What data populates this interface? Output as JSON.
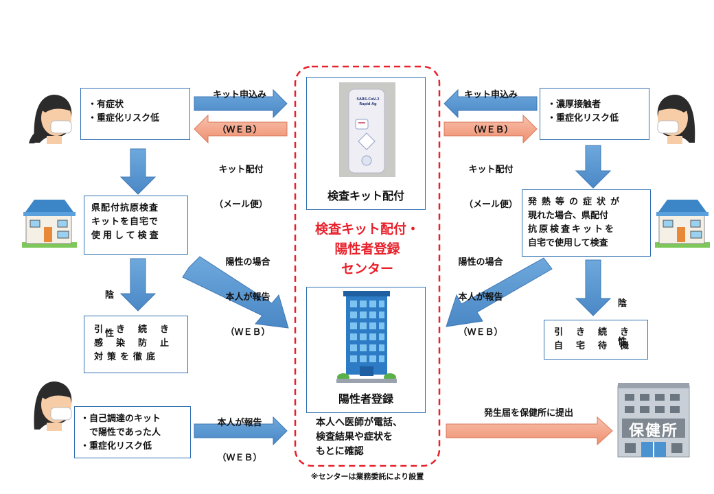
{
  "center": {
    "title_lines": [
      "検査キット配付・",
      "陽性者登録",
      "センター"
    ],
    "kit_box_label": "検査キット配付",
    "kit_image_text": [
      "SARS-CoV-2",
      "Rapid Ag"
    ],
    "reg_box_label": "陽性者登録",
    "confirm_lines": [
      "本人へ医師が電話、",
      "検査結果や症状を",
      "もとに確認"
    ],
    "footnote": "※センターは業務委託により設置"
  },
  "left": {
    "box1_lines": [
      "・有症状",
      "・重症化リスク低"
    ],
    "apply_lines": [
      "キット申込み",
      "（ＷＥＢ）"
    ],
    "deliver_lines": [
      "キット配付",
      "（メール便）"
    ],
    "box2_lines": [
      "県配付抗原検査",
      "キットを自宅で",
      "使用して検査"
    ],
    "negative": [
      "陰",
      "性"
    ],
    "box3_lines": [
      "引き続き",
      "感染防止",
      "対策を徹底"
    ],
    "positive_report": [
      "陽性の場合",
      "本人が報告",
      "（ＷＥＢ）"
    ]
  },
  "right": {
    "box1_lines": [
      "・濃厚接触者",
      "・重症化リスク低"
    ],
    "apply_lines": [
      "キット申込み",
      "（ＷＥＢ）"
    ],
    "deliver_lines": [
      "キット配付",
      "（メール便）"
    ],
    "box2_lines": [
      "発熱等の症状が",
      "現れた場合、県配付",
      "抗原検査キットを",
      "自宅で使用して検査"
    ],
    "negative": [
      "陰",
      "性"
    ],
    "box3_lines": [
      "引き続き",
      "自宅待機"
    ],
    "positive_report": [
      "陽性の場合",
      "本人が報告",
      "（ＷＥＢ）"
    ]
  },
  "bottom": {
    "box_lines": [
      "・自己調達のキット",
      "　で陽性であった人",
      "・重症化リスク低"
    ],
    "report_lines": [
      "本人が報告",
      "（ＷＥＢ）"
    ],
    "notify_label": "発生届を保健所に提出",
    "health_center_sign": "保健所"
  },
  "colors": {
    "blue_arrow": "#5b9bd5",
    "orange_arrow": "#f4a88e",
    "red": "#e8202a",
    "box_border": "#2f6fb0"
  },
  "icons": [
    "person-mask-icon",
    "house-icon",
    "office-building-icon",
    "health-center-icon",
    "test-kit-icon"
  ]
}
